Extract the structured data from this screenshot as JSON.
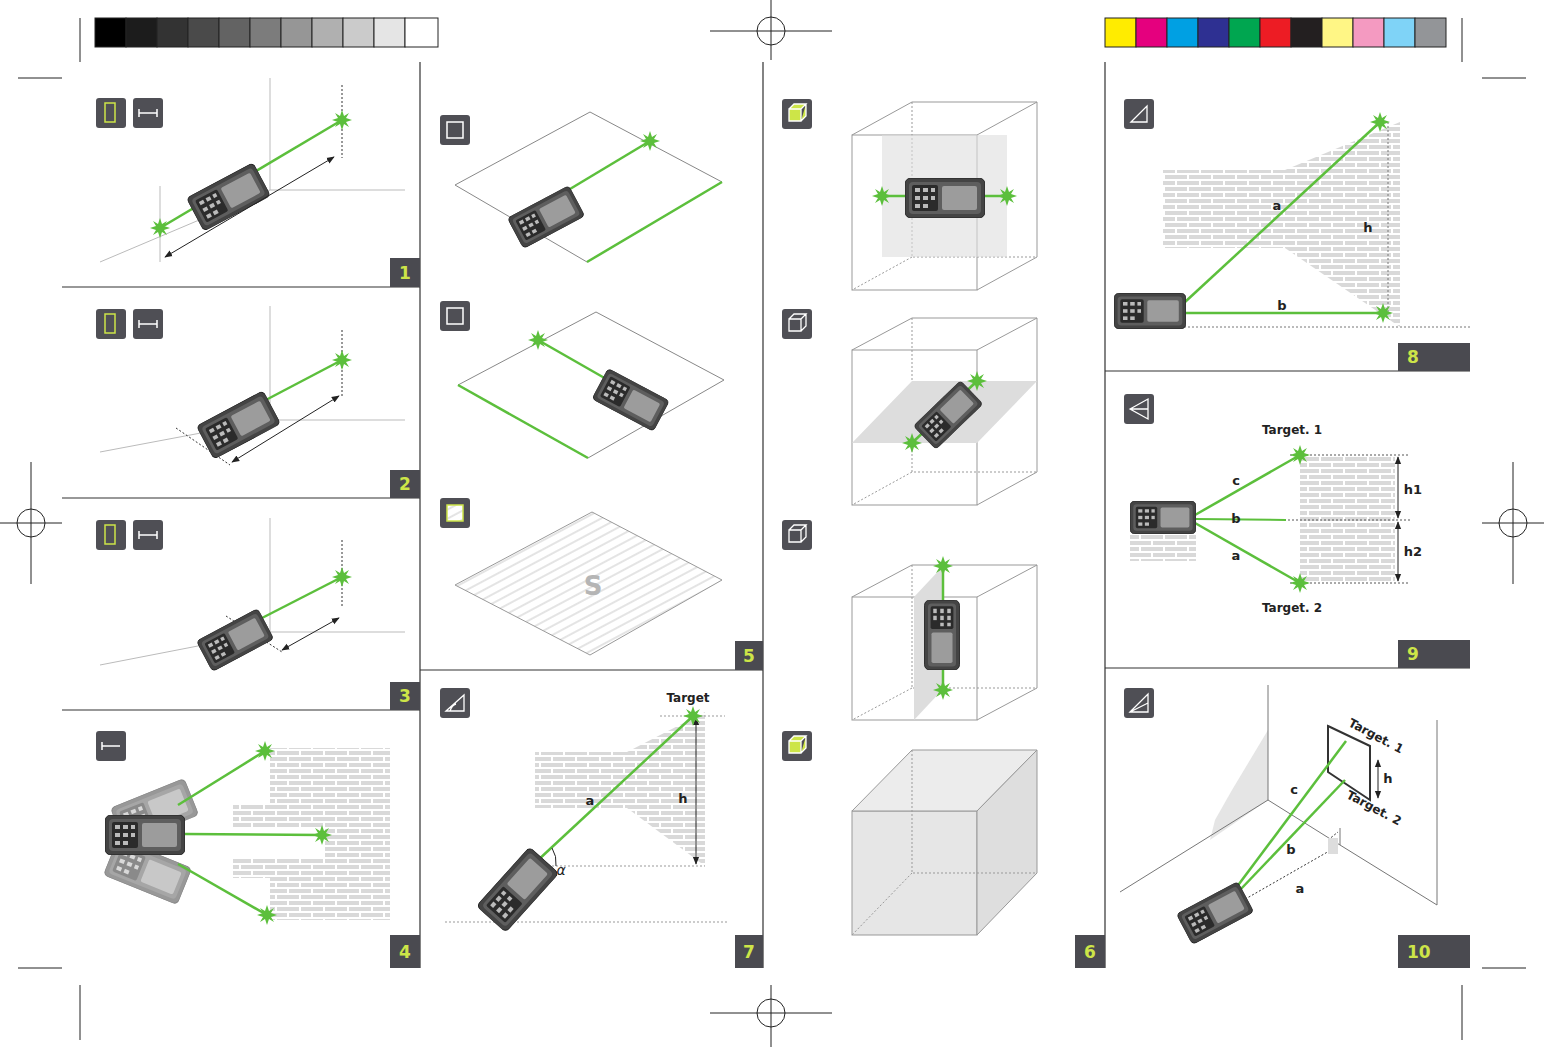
{
  "diagram": {
    "nodes": [
      {
        "text": [
          "1"
        ]
      },
      {
        "text": [
          "2"
        ]
      },
      {
        "text": [
          "3"
        ]
      },
      {
        "text": [
          "4"
        ]
      },
      {
        "text": [
          "5"
        ]
      },
      {
        "text": [
          "7"
        ]
      },
      {
        "text": [
          "6"
        ]
      },
      {
        "text": [
          "8"
        ]
      },
      {
        "text": [
          "9"
        ]
      },
      {
        "text": [
          "10"
        ]
      }
    ],
    "labels": [
      "S",
      "Target",
      "a",
      "h",
      "α",
      "a",
      "h",
      "b",
      "Target. 1",
      "c",
      "b",
      "a",
      "h1",
      "h2",
      "Target. 2",
      "Target. 1",
      "h",
      "c",
      "Target. 2",
      "b",
      "a"
    ]
  }
}
